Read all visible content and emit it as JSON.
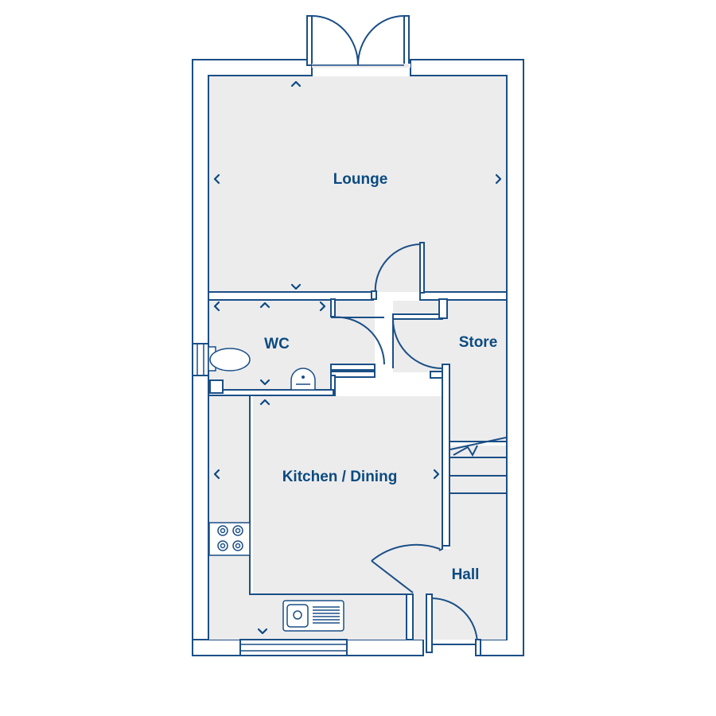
{
  "rooms": {
    "lounge": "Lounge",
    "wc": "WC",
    "store": "Store",
    "kitchen_dining": "Kitchen / Dining",
    "hall": "Hall"
  },
  "colors": {
    "wall_outline": "#1b4f86",
    "floor_fill": "#ececed",
    "label_text": "#0b4a80"
  },
  "icons": [
    "dimension-arrow-icon",
    "toilet-icon",
    "basin-icon",
    "hob-icon",
    "sink-icon",
    "door-swing-icon",
    "stairs-icon"
  ]
}
